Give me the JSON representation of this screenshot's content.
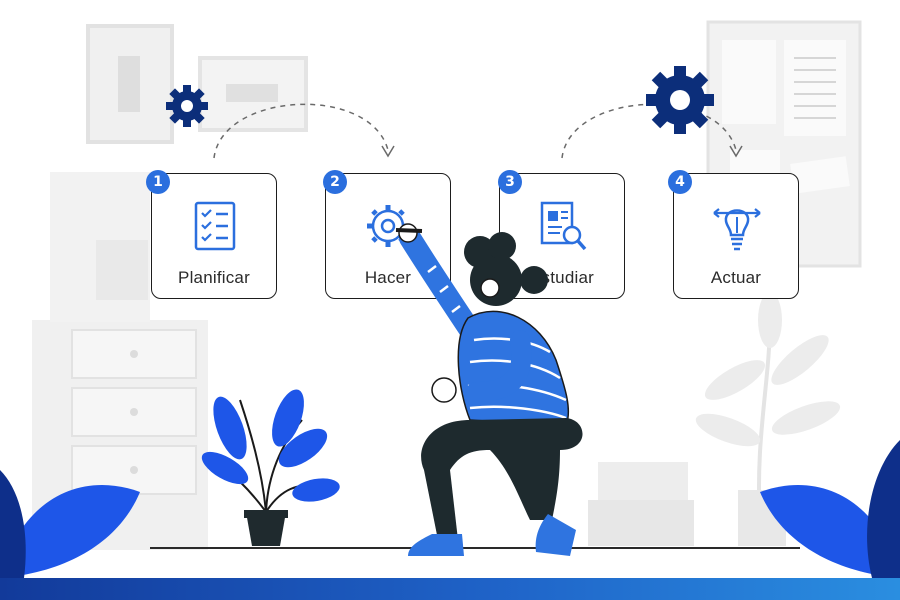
{
  "steps": [
    {
      "number": "1",
      "label": "Planificar",
      "icon": "checklist-icon"
    },
    {
      "number": "2",
      "label": "Hacer",
      "icon": "gear-pencil-icon"
    },
    {
      "number": "3",
      "label": "Estudiar",
      "icon": "document-search-icon"
    },
    {
      "number": "4",
      "label": "Actuar",
      "icon": "lightbulb-arrows-icon"
    }
  ],
  "colors": {
    "accent": "#2b6fde",
    "gear": "#0c2e7a",
    "person_shirt": "#2f74e0",
    "person_pants": "#1e2a2e",
    "leaves": "#1e56e8",
    "background_shapes": "#ececec",
    "bottom_band": "#1a4fb0"
  }
}
